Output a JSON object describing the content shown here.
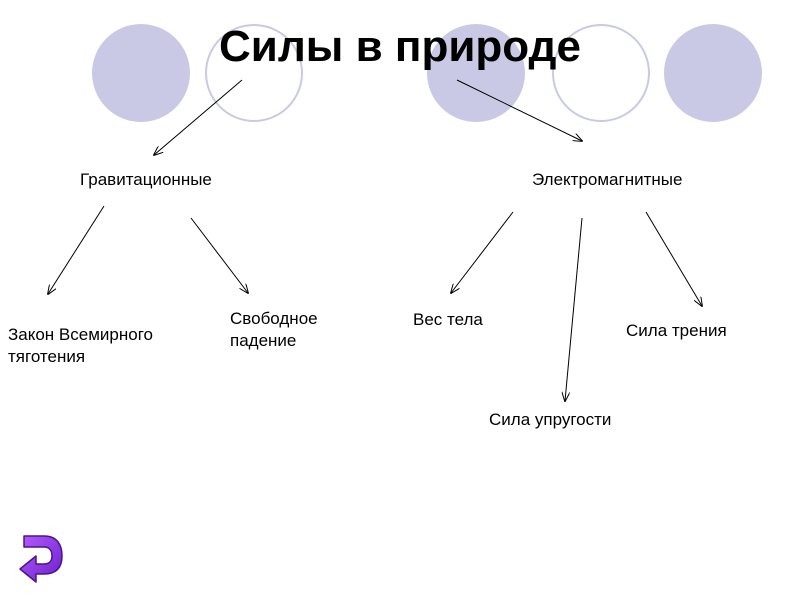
{
  "title": "Силы в природе",
  "colors": {
    "decor": "#c9c9e6",
    "arrow": "#000000",
    "back_button": "#8a2be2"
  },
  "categories": {
    "gravitational": {
      "label": "Гравитационные",
      "children": {
        "universal_gravitation": "Закон Всемирного тяготения",
        "free_fall": "Свободное падение"
      }
    },
    "electromagnetic": {
      "label": "Электромагнитные",
      "children": {
        "body_weight": "Вес тела",
        "elastic_force": "Сила упругости",
        "friction_force": "Сила трения"
      }
    }
  },
  "controls": {
    "back_icon": "u-turn-arrow-icon"
  }
}
